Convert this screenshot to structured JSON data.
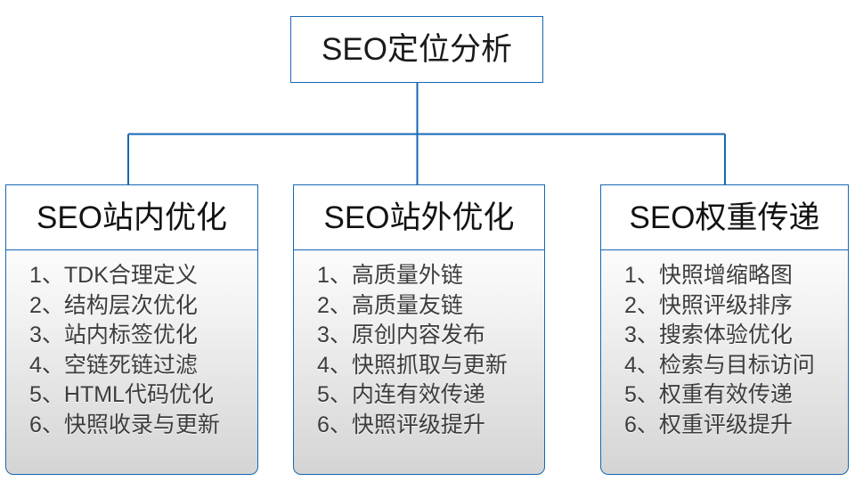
{
  "diagram": {
    "type": "org-tree",
    "accent_color": "#1668b3",
    "text_color": "#3d3d3d",
    "title_color": "#121212",
    "root": {
      "label": "SEO定位分析"
    },
    "branches": [
      {
        "id": "on-site",
        "title": "SEO站内优化",
        "items": [
          "1、TDK合理定义",
          "2、结构层次优化",
          "3、站内标签优化",
          "4、空链死链过滤",
          "5、HTML代码优化",
          "6、快照收录与更新"
        ]
      },
      {
        "id": "off-site",
        "title": "SEO站外优化",
        "items": [
          "1、高质量外链",
          "2、高质量友链",
          "3、原创内容发布",
          "4、快照抓取与更新",
          "5、内连有效传递",
          "6、快照评级提升"
        ]
      },
      {
        "id": "weight-transfer",
        "title": "SEO权重传递",
        "items": [
          "1、快照增缩略图",
          "2、快照评级排序",
          "3、搜索体验优化",
          "4、检索与目标访问",
          "5、权重有效传递",
          "6、权重评级提升"
        ]
      }
    ]
  }
}
